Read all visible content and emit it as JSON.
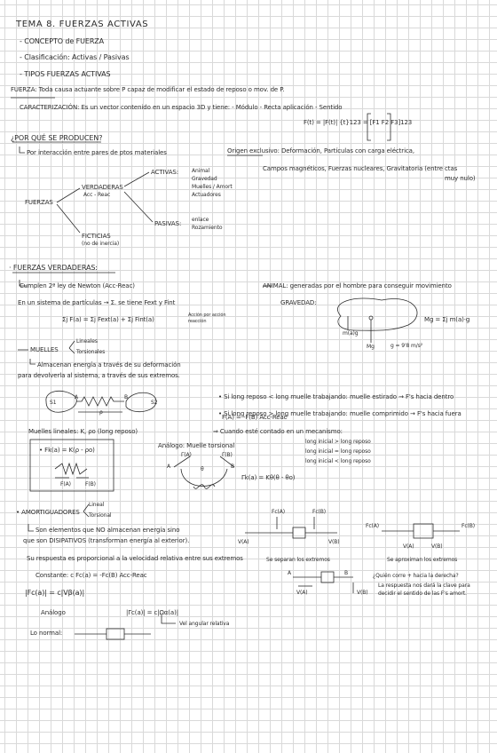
{
  "header": {
    "title": "TEMA 8. FUERZAS ACTIVAS",
    "items": [
      "- CONCEPTO de FUERZA",
      "- Clasificación: Activas / Pasivas",
      "- TIPOS FUERZAS ACTIVAS"
    ]
  },
  "def": {
    "fuerza": "FUERZA: Toda causa actuante sobre P capaz de modificar el estado de reposo o mov. de P.",
    "caract": "CARACTERIZACIÓN: Es un vector contenido en un espacio 3D y tiene: - Módulo - Recta aplicación - Sentido",
    "formula": "F(t) = |F(t)| {t}123 = [F1 F2 F3]123",
    "why": "¿POR QUÉ SE PRODUCEN?",
    "why_answer": "Por interacción entre pares de ptos materiales",
    "origin_label": "Origen exclusivo: Deformación, Partículas con carga eléctrica,",
    "origin_more": "Campos magnéticos, Fuerzas nucleares, Gravitatoria (entre ctas",
    "origin_end": "muy nulo)"
  },
  "tree": {
    "root": "FUERZAS",
    "verdaderas": "VERDADERAS",
    "verdaderas_sub": "Acc - Reac",
    "ficticias": "FICTICIAS",
    "ficticias_sub": "(no de inercia)",
    "activas": "ACTIVAS:",
    "activas_list": [
      "Animal",
      "Gravedad",
      "Muelles / Amort",
      "Actuadores"
    ],
    "pasivas": "PASIVAS:",
    "pasivas_list": [
      "enlace",
      "Rozamiento"
    ]
  },
  "verdaderas": {
    "title": "· FUERZAS VERDADERAS:",
    "law": "Cumplen 2ª ley de Newton (Acc-Reac)",
    "system": "En un sistema de partículas → Σ. se tiene Fext y Fint",
    "sum": "Σj F(a) = Σj Fext(a) + Σj Fint(a)",
    "sum_note": "Acción por acción reacción",
    "animal": "ANIMAL: generadas por el hombre para conseguir movimiento",
    "gravedad": "GRAVEDAD:",
    "grav_formula": "Mg = Σj m(a)·g",
    "grav_label_mg": "m(a)g",
    "grav_label_Mg": "Mg",
    "grav_g": "g = 9'8 m/s²",
    "muelles": "MUELLES",
    "muelles_types": [
      "Lineales",
      "Torsionales"
    ],
    "muelles_desc1": "Almacenan energía a través de su deformación",
    "muelles_desc2": "para devolverla al sistema, a través de sus extremos.",
    "muelles_lineales": "Muelles lineales: K, ρo (long reposo)",
    "muelles_formula": "• Fk(a) = K(ρ - ρo)",
    "fig_labels": {
      "s1": "S1",
      "s2": "S2",
      "a": "A",
      "b": "B",
      "rho": "ρ",
      "fa": "F(A)",
      "fb": "F(B)"
    },
    "accreac": "F(A) = -F(B)  Acc-Reac",
    "estirado": "• Si long reposo < long muelle trabajando: muelle estirado → F's hacia dentro",
    "comprimido": "• Si long reposo > long muelle trabajando: muelle comprimido → F's hacia fuera",
    "equilibrio": "⇒ Cuando esté contado en un mecanismo:",
    "cases": [
      "long inicial > long reposo",
      "long inicial = long reposo",
      "long inicial < long reposo"
    ],
    "analogo": "Análogo: Muelle torsional",
    "torsional_formula": "Γk(a) = Kθ(θ - θo)",
    "torsional_labels": {
      "a": "A",
      "b": "B",
      "theta": "θ",
      "pa": "Γ(A)",
      "pb": "Γ(B)"
    }
  },
  "amort": {
    "title": "• AMORTIGUADORES",
    "types": [
      "Lineal",
      "Torsional"
    ],
    "desc1": "Son elementos que NO almacenan energía sino",
    "desc2": "que son DISIPATIVOS (transforman energía al exterior).",
    "resp": "Su respuesta es proporcional a la velocidad relativa entre sus extremos",
    "const": "Constante: c   Fc(a) = -Fc(B)  Acc-Reac",
    "formula": "|Fc(a)| = c|Vβ(a)|",
    "analogo": "Análogo",
    "analogo_formula": "|Γc(a)| = c|Ωα(a)|",
    "vel_ang": "Vel angular relativa",
    "normal": "Lo normal:",
    "sep_caption": "Se separan los extremos",
    "apr_caption": "Se aproximan los extremos",
    "question1": "¿Quién corre + hacia la derecha?",
    "question2": "La respuesta nos dará la clave para",
    "question3": "decidir el sentido de las F's amort.",
    "fig_labels": {
      "fa": "Fc(A)",
      "fb": "Fc(B)",
      "va": "V(A)",
      "vb": "V(B)",
      "a": "A",
      "b": "B"
    }
  }
}
